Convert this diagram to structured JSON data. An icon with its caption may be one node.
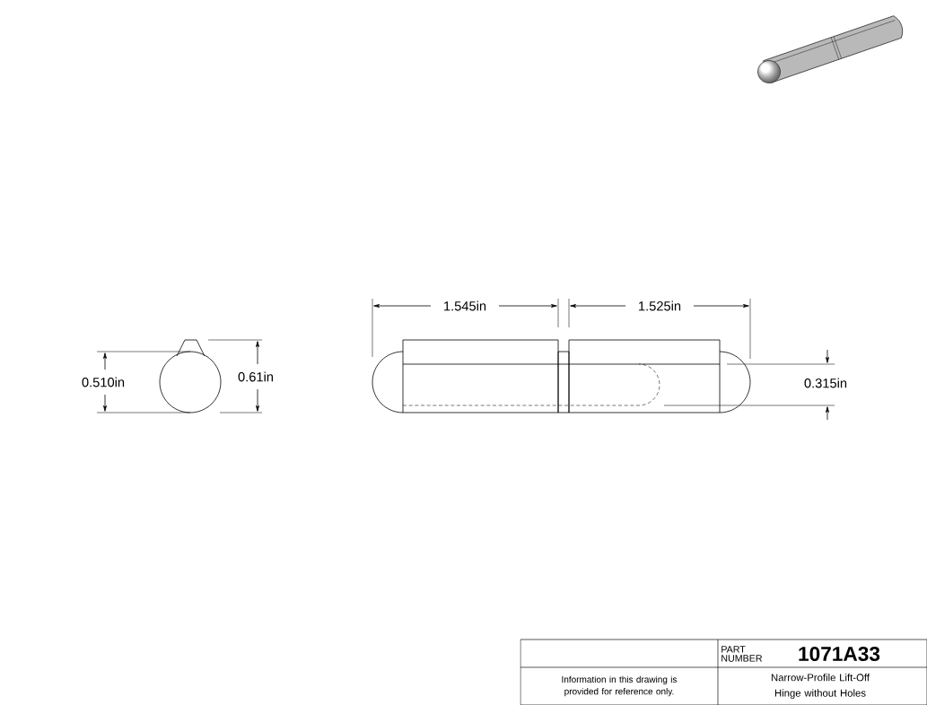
{
  "diagram": {
    "labels": [
      "1.545in",
      "1.525in",
      "0.510in",
      "0.61in",
      "0.315in",
      "PART NUMBER",
      "1071A33",
      "Narrow-Profile Lift-Off Hinge without Holes",
      "Information in this drawing is provided for reference only."
    ]
  }
}
